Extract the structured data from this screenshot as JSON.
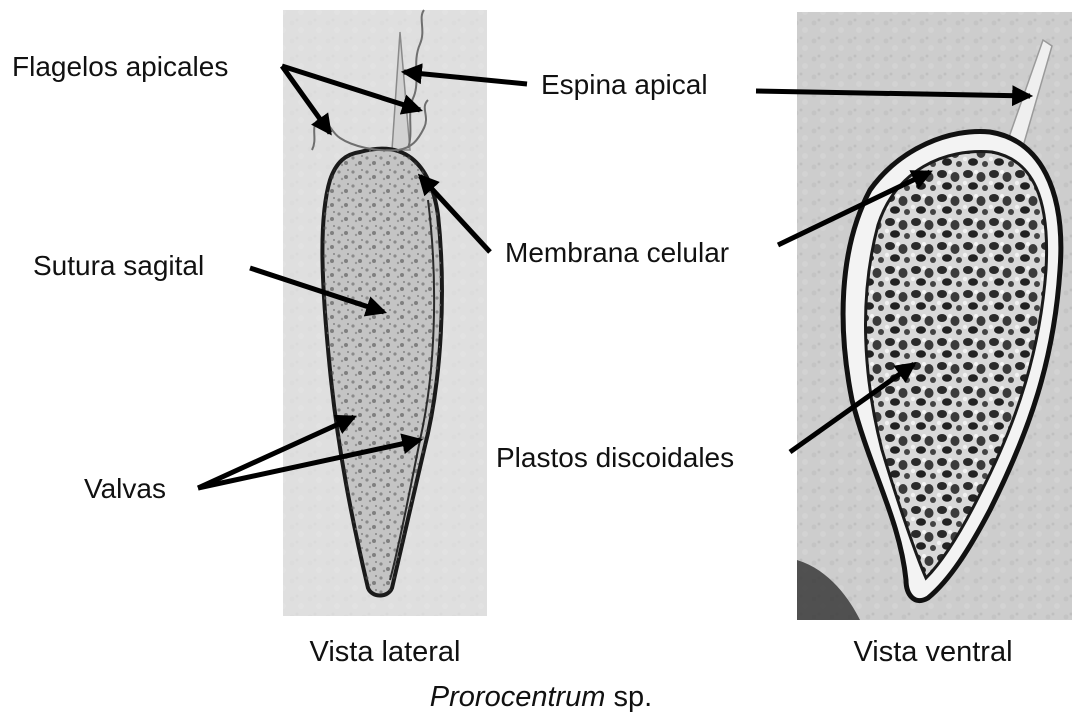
{
  "figure": {
    "genus": "Prorocentrum",
    "species_suffix": " sp.",
    "captions": {
      "lateral": "Vista lateral",
      "ventral": "Vista ventral"
    },
    "labels": {
      "flagelos": "Flagelos apicales",
      "espina": "Espina apical",
      "membrana": "Membrana celular",
      "sutura": "Sutura sagital",
      "valvas": "Valvas",
      "plastos": "Plastos discoidales"
    }
  }
}
